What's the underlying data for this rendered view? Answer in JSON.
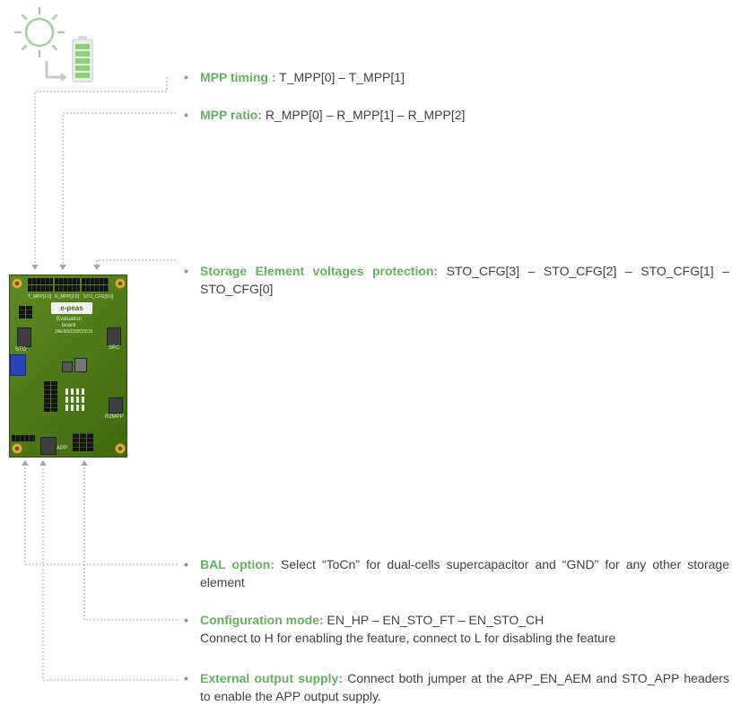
{
  "colors": {
    "accent": "#62b25b",
    "text": "#404040",
    "leader": "#a6a6a6",
    "pcb": "#4e7a17"
  },
  "icons": [
    "sun-icon",
    "battery-icon",
    "bullet-icon"
  ],
  "notes": [
    {
      "key": "MPP timing :",
      "text": " T_MPP[0] – T_MPP[1]"
    },
    {
      "key": "MPP ratio:",
      "text": " R_MPP[0] – R_MPP[1] – R_MPP[2]"
    },
    {
      "key": "Storage Element voltages protection:",
      "text": " STO_CFG[3] – STO_CFG[2] – STO_CFG[1] – STO_CFG[0]"
    },
    {
      "key": "BAL option:",
      "text": " Select “ToCn” for dual-cells supercapacitor and “GND” for any other storage element"
    },
    {
      "key": "Configuration mode:",
      "text": " EN_HP – EN_STO_FT – EN_STO_CH",
      "line2": "Connect to H for enabling the feature, connect to L for disabling the feature"
    },
    {
      "key": "External output supply:",
      "text": " Connect both jumper at the APP_EN_AEM and STO_APP headers to enable the APP output supply."
    }
  ],
  "board": {
    "logo": "e-peas",
    "title1": "Evaluation",
    "title2": "board",
    "part": "2AEM10330C0010",
    "labels": {
      "sto": "STO",
      "src": "SRC",
      "r2mpp": "R2MPP",
      "app": "APP",
      "t_mpp": "T_MPP[1:0]",
      "r_mpp": "R_MPP[2:0]",
      "sto_cfg": "STO_CFG[3:0]"
    }
  }
}
